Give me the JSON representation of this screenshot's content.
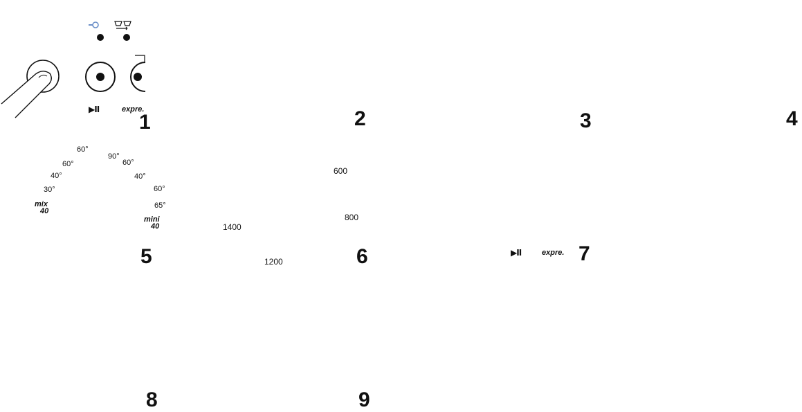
{
  "steps": [
    {
      "number": "1"
    },
    {
      "number": "2"
    },
    {
      "number": "3"
    },
    {
      "number": "4"
    },
    {
      "number": "5"
    },
    {
      "number": "6"
    },
    {
      "number": "7"
    },
    {
      "number": "8"
    },
    {
      "number": "9"
    }
  ],
  "buttons": {
    "play_pause_glyph": "▶II",
    "express_label": "expre."
  },
  "temperature_dial": {
    "labels": {
      "t60_top": "60°",
      "t90": "90°",
      "t60_right": "60°",
      "t40_right": "40°",
      "t60_wool": "60°",
      "t65_baby": "65°",
      "t60_left": "60°",
      "t40_left": "40°",
      "t30_left": "30°",
      "mix": "mix",
      "mix_temp": "40",
      "mini": "mini",
      "mini_temp": "40"
    }
  },
  "spin_dial": {
    "labels": {
      "s600": "600",
      "s800": "800",
      "s1200": "1200",
      "s1400": "1400"
    }
  },
  "colors": {
    "ink": "#111111",
    "door_glass": "#505050",
    "drawer_part": "#555555",
    "arrow_shade": "#8a8a8a",
    "key_icon": "#6a8fc8"
  },
  "icons": [
    "key-lock-icon",
    "rinse-icon",
    "finger-press",
    "door-arrow",
    "laundry-basket",
    "cotton-icon",
    "wool-icon",
    "baby-icon",
    "no-spin-icon",
    "detergent-drawer"
  ]
}
